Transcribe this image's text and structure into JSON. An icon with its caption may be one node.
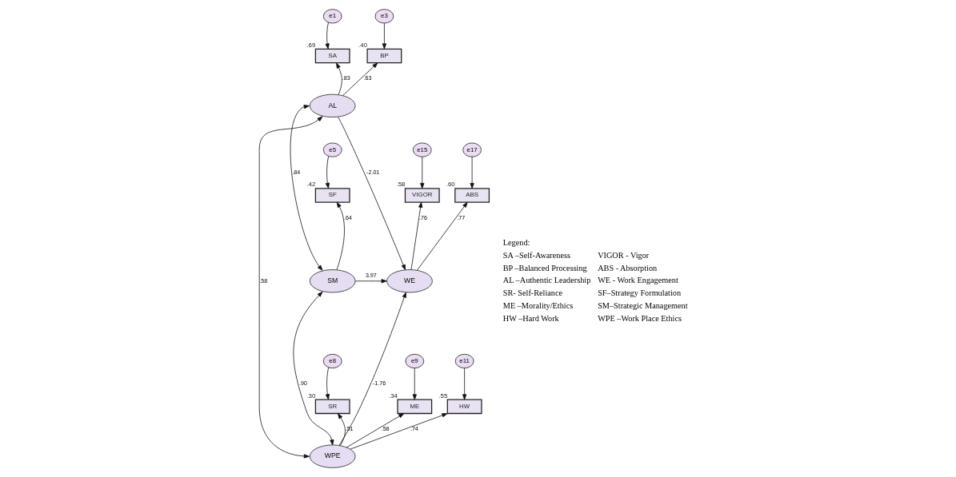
{
  "diagram": {
    "nodes": [
      {
        "text": [
          "e1"
        ]
      },
      {
        "text": [
          "e3"
        ]
      },
      {
        "text": [
          "SA"
        ],
        "beside": [
          ".69"
        ]
      },
      {
        "text": [
          "BP"
        ],
        "beside": [
          ".40"
        ]
      },
      {
        "text": [
          "AL"
        ]
      },
      {
        "text": [
          "e5"
        ]
      },
      {
        "text": [
          "SF"
        ],
        "beside": [
          ".42"
        ]
      },
      {
        "text": [
          "e15"
        ]
      },
      {
        "text": [
          "e17"
        ]
      },
      {
        "text": [
          "VIGOR"
        ],
        "beside": [
          ".58"
        ]
      },
      {
        "text": [
          "ABS"
        ],
        "beside": [
          ".60"
        ]
      },
      {
        "text": [
          "SM"
        ]
      },
      {
        "text": [
          "WE"
        ]
      },
      {
        "text": [
          "e8"
        ]
      },
      {
        "text": [
          "e9"
        ]
      },
      {
        "text": [
          "e11"
        ]
      },
      {
        "text": [
          "SR"
        ],
        "beside": [
          ".30"
        ]
      },
      {
        "text": [
          "ME"
        ],
        "beside": [
          ".34"
        ]
      },
      {
        "text": [
          "HW"
        ],
        "beside": [
          ".55"
        ]
      },
      {
        "text": [
          "WPE"
        ]
      }
    ],
    "edges": [
      {
        "from": 0,
        "to": 2,
        "arrow": "to"
      },
      {
        "from": 1,
        "to": 3,
        "arrow": "to"
      },
      {
        "from": 4,
        "to": 2,
        "arrow": "to",
        "label": ".83"
      },
      {
        "from": 4,
        "to": 3,
        "arrow": "to",
        "label": ".63"
      },
      {
        "from": 5,
        "to": 6,
        "arrow": "to"
      },
      {
        "from": 11,
        "to": 6,
        "arrow": "to",
        "label": ".64"
      },
      {
        "from": 7,
        "to": 9,
        "arrow": "to"
      },
      {
        "from": 8,
        "to": 10,
        "arrow": "to"
      },
      {
        "from": 12,
        "to": 9,
        "arrow": "to",
        "label": ".76"
      },
      {
        "from": 12,
        "to": 10,
        "arrow": "to",
        "label": ".77"
      },
      {
        "from": 4,
        "to": 12,
        "arrow": "to",
        "label": "-2.01"
      },
      {
        "from": 11,
        "to": 12,
        "arrow": "to",
        "label": "3.97"
      },
      {
        "from": 19,
        "to": 12,
        "arrow": "to",
        "label": "-1.76"
      },
      {
        "from": 4,
        "to": 11,
        "arrow": "both",
        "label": ".84"
      },
      {
        "from": 4,
        "to": 19,
        "arrow": "both",
        "label": ".58"
      },
      {
        "from": 11,
        "to": 19,
        "arrow": "both",
        "label": ".90"
      },
      {
        "from": 13,
        "to": 16,
        "arrow": "to"
      },
      {
        "from": 14,
        "to": 17,
        "arrow": "to"
      },
      {
        "from": 15,
        "to": 18,
        "arrow": "to"
      },
      {
        "from": 19,
        "to": 16,
        "arrow": "to",
        "label": ".51"
      },
      {
        "from": 19,
        "to": 17,
        "arrow": "to",
        "label": ".58"
      },
      {
        "from": 19,
        "to": 18,
        "arrow": "to",
        "label": ".74"
      }
    ],
    "labels": [
      "Legend:",
      "SA –Self-Awareness",
      "VIGOR - Vigor",
      "BP –Balanced Processing",
      "ABS - Absorption",
      "AL –Authentic Leadership",
      "WE - Work Engagement",
      "SR- Self-Reliance",
      "SF–Strategy Formulation",
      "ME –Morality/Ethics",
      "SM–Strategic Management",
      "HW –Hard Work",
      "WPE –Work Place Ethics"
    ]
  }
}
